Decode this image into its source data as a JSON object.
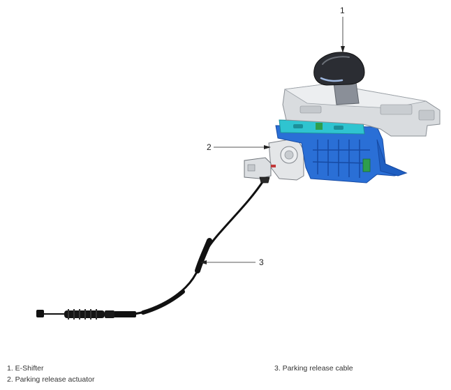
{
  "callouts": [
    {
      "number": "1",
      "label": "E-Shifter"
    },
    {
      "number": "2",
      "label": "Parking release actuator"
    },
    {
      "number": "3",
      "label": "Parking release cable"
    }
  ],
  "legend": {
    "left": [
      "1. E-Shifter",
      "2. Parking release actuator"
    ],
    "right": [
      "3. Parking release cable"
    ]
  },
  "colors": {
    "housing_blue": "#2a6fd6",
    "housing_blue_dark": "#164aa3",
    "teal_strip": "#2fc4d0",
    "knob_dark": "#2b2d33",
    "knob_gray": "#8a8f98",
    "bezel_gray": "#d9dcdf",
    "cable_black": "#111111",
    "green_accent": "#2e9e4d"
  }
}
